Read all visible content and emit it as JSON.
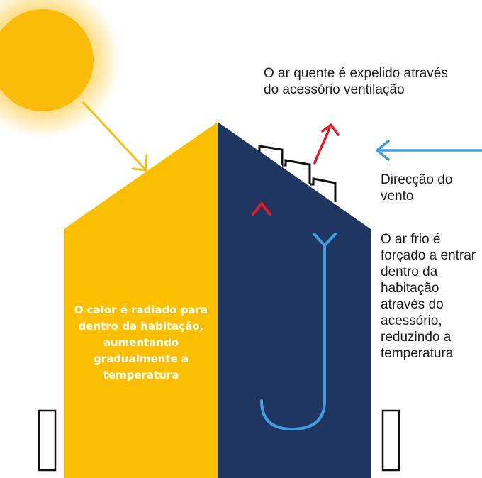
{
  "labels": {
    "hot_air_expelled": "O ar quente é expelido através do acessório ventilação",
    "wind_direction": "Direcção do vento",
    "cold_air_forced": "O ar frio é forçado a entrar dentro da habitação através do acessório, reduzindo a temperatura",
    "heat_radiated": "O calor é radiado para dentro da habitação, aumentando gradualmente a temperatura"
  },
  "colors": {
    "sun": "#fbbb0b",
    "house_left": "#fbbf00",
    "house_right": "#1f3660",
    "hot_air_arrow": "#e31c24",
    "cold_air_arrow": "#3e9ee0",
    "wind_arrow": "#3e9ee0",
    "sun_ray": "#f6bd0e",
    "label_text": "#1c1c1c",
    "heat_label_text": "#ffffff"
  }
}
